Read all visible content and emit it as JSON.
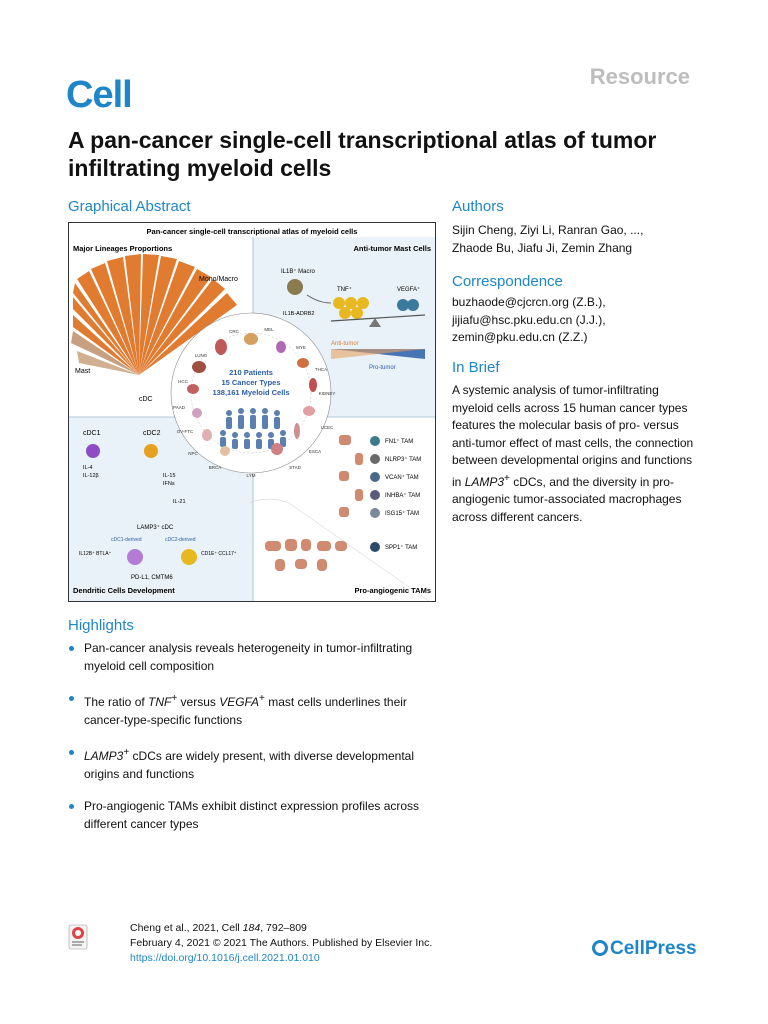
{
  "header": {
    "journal": "Cell",
    "article_type": "Resource",
    "title": "A pan-cancer single-cell transcriptional atlas of tumor infiltrating myeloid cells"
  },
  "sections": {
    "graphical_abstract": "Graphical Abstract",
    "authors": "Authors",
    "correspondence": "Correspondence",
    "in_brief": "In Brief",
    "highlights": "Highlights"
  },
  "authors": {
    "line1": "Sijin Cheng, Ziyi Li, Ranran Gao, ...,",
    "line2": "Zhaode Bu, Jiafu Ji, Zemin Zhang"
  },
  "correspondence": [
    "buzhaode@cjcrcn.org (Z.B.),",
    "jijiafu@hsc.pku.edu.cn (J.J.),",
    "zemin@pku.edu.cn (Z.Z.)"
  ],
  "in_brief": {
    "before": "A systemic analysis of tumor-infiltrating myeloid cells across 15 human cancer types features the molecular basis of pro- versus anti-tumor effect of mast cells, the connection between developmental origins and functions in ",
    "gene": "LAMP3",
    "sup": "+",
    "after": " cDCs, and the diversity in pro-angiogenic tumor-associated macrophages across different cancers."
  },
  "highlights": {
    "h1": "Pan-cancer analysis reveals heterogeneity in tumor-infiltrating myeloid cell composition",
    "h2_a": "The ratio of ",
    "h2_gene1": "TNF",
    "h2_sup1": "+",
    "h2_b": " versus ",
    "h2_gene2": "VEGFA",
    "h2_sup2": "+",
    "h2_c": " mast cells underlines their cancer-type-specific functions",
    "h3_gene": "LAMP3",
    "h3_sup": "+",
    "h3_rest": " cDCs are widely present, with diverse developmental origins and functions",
    "h4": "Pro-angiogenic TAMs exhibit distinct expression profiles across different cancer types"
  },
  "footer": {
    "citation_a": "Cheng et al., 2021, Cell ",
    "citation_vol": "184",
    "citation_b": ", 792–809",
    "date": "February 4, 2021 © 2021 The Authors. Published by Elsevier Inc.",
    "doi": "https://doi.org/10.1016/j.cell.2021.01.010",
    "publisher": "CellPress"
  },
  "abstract_figure": {
    "title": "Pan-cancer single-cell transcriptional atlas of myeloid cells",
    "q1": "Major Lineages Proportions",
    "q2": "Anti-tumor Mast Cells",
    "q3": "Dendritic Cells Development",
    "q4": "Pro-angiogenic TAMs",
    "mono_macro": "Mono/Macro",
    "mast": "Mast",
    "cdc": "cDC",
    "center_1": "210 Patients",
    "center_2": "15 Cancer Types",
    "center_3": "138,161 Myeloid Cells",
    "il1b_macro": "IL1B⁺ Macro",
    "il1b_adrb2": "IL1B-ADRB2",
    "tnf": "TNF⁺",
    "vegfa": "VEGFA⁺",
    "anti_tumor": "Anti-tumor",
    "pro_tumor": "Pro-tumor",
    "cdc1": "cDC1",
    "cdc2": "cDC2",
    "il4": "IL-4",
    "il12b": "IL-12β",
    "il15": "IL-15",
    "ifns": "IFNs",
    "il21": "IL-21",
    "lamp3": "LAMP3⁺ cDC",
    "cdc1_derived": "cDC1-derived",
    "cdc2_derived": "cDC2-derived",
    "il12b_btla": "IL12B⁺ BTLA⁺",
    "cd1e_ccl17": "CD1E⁺ CCL17⁺",
    "pdl1": "PD-L1, CMTM6",
    "tam_fn1": "FN1⁺ TAM",
    "tam_nlrp3": "NLRP3⁺ TAM",
    "tam_vcan": "VCAN⁺ TAM",
    "tam_inhba": "INHBA⁺ TAM",
    "tam_isg15": "ISG15⁺ TAM",
    "tam_spp1": "SPP1⁺ TAM",
    "cancer_types": [
      "CRC",
      "MEL",
      "MYE",
      "THCA",
      "KIDNEY",
      "UCEC",
      "ESCA",
      "STAD",
      "LYM",
      "BRCA",
      "NPC",
      "OV-FTC",
      "PAAD",
      "HCC",
      "LUNG"
    ],
    "colors": {
      "orange": "#e07b30",
      "blue": "#2a5ea8",
      "purple": "#8e4cc4",
      "yellow": "#e8b820",
      "panel_bg": "#e9f2f8"
    }
  }
}
